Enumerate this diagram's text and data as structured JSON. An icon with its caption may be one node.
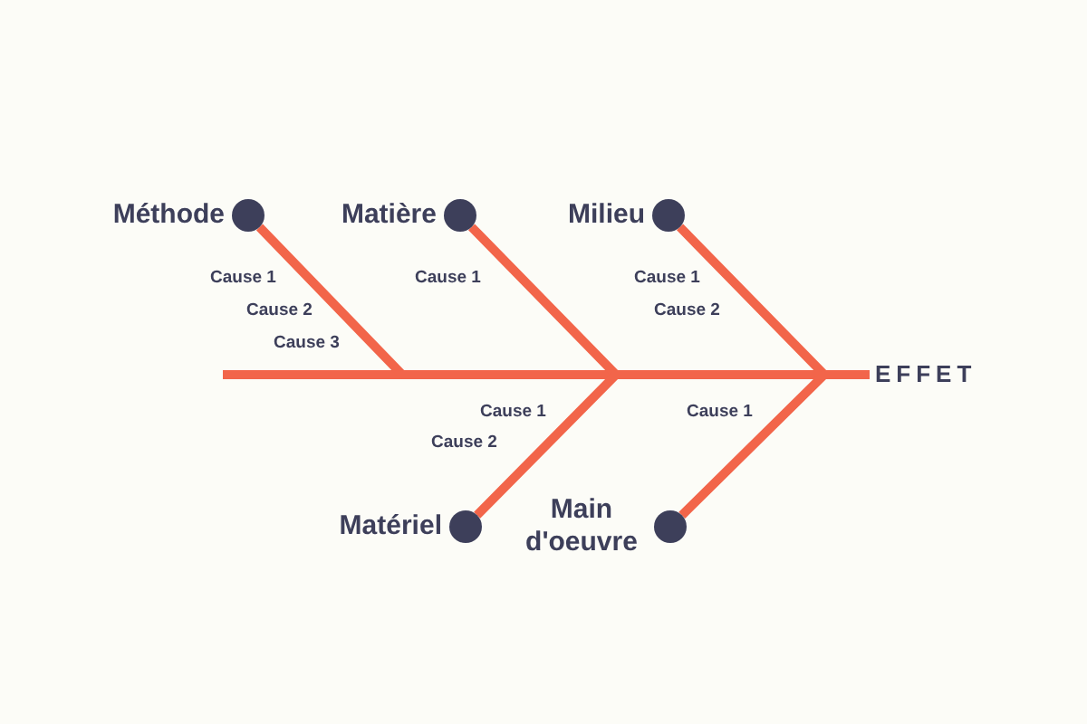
{
  "diagram": {
    "nodes": [
      {
        "text": [
          "Méthode"
        ]
      },
      {
        "text": [
          "Matière"
        ]
      },
      {
        "text": [
          "Milieu"
        ]
      },
      {
        "text": [
          "Matériel"
        ]
      },
      {
        "text": [
          "Main d'oeuvre"
        ]
      },
      {
        "text": [
          "EFFET"
        ]
      }
    ],
    "edges": [
      {
        "from": 0,
        "to": 5,
        "arrow": "none"
      },
      {
        "from": 1,
        "to": 5,
        "arrow": "none"
      },
      {
        "from": 2,
        "to": 5,
        "arrow": "none"
      },
      {
        "from": 3,
        "to": 5,
        "arrow": "none"
      },
      {
        "from": 4,
        "to": 5,
        "arrow": "none"
      }
    ],
    "labels": [
      "Cause 1",
      "Cause 1",
      "Cause 1",
      "Cause 2",
      "Cause 2",
      "Cause 3",
      "Cause 1",
      "Cause 1",
      "Cause 2"
    ]
  }
}
